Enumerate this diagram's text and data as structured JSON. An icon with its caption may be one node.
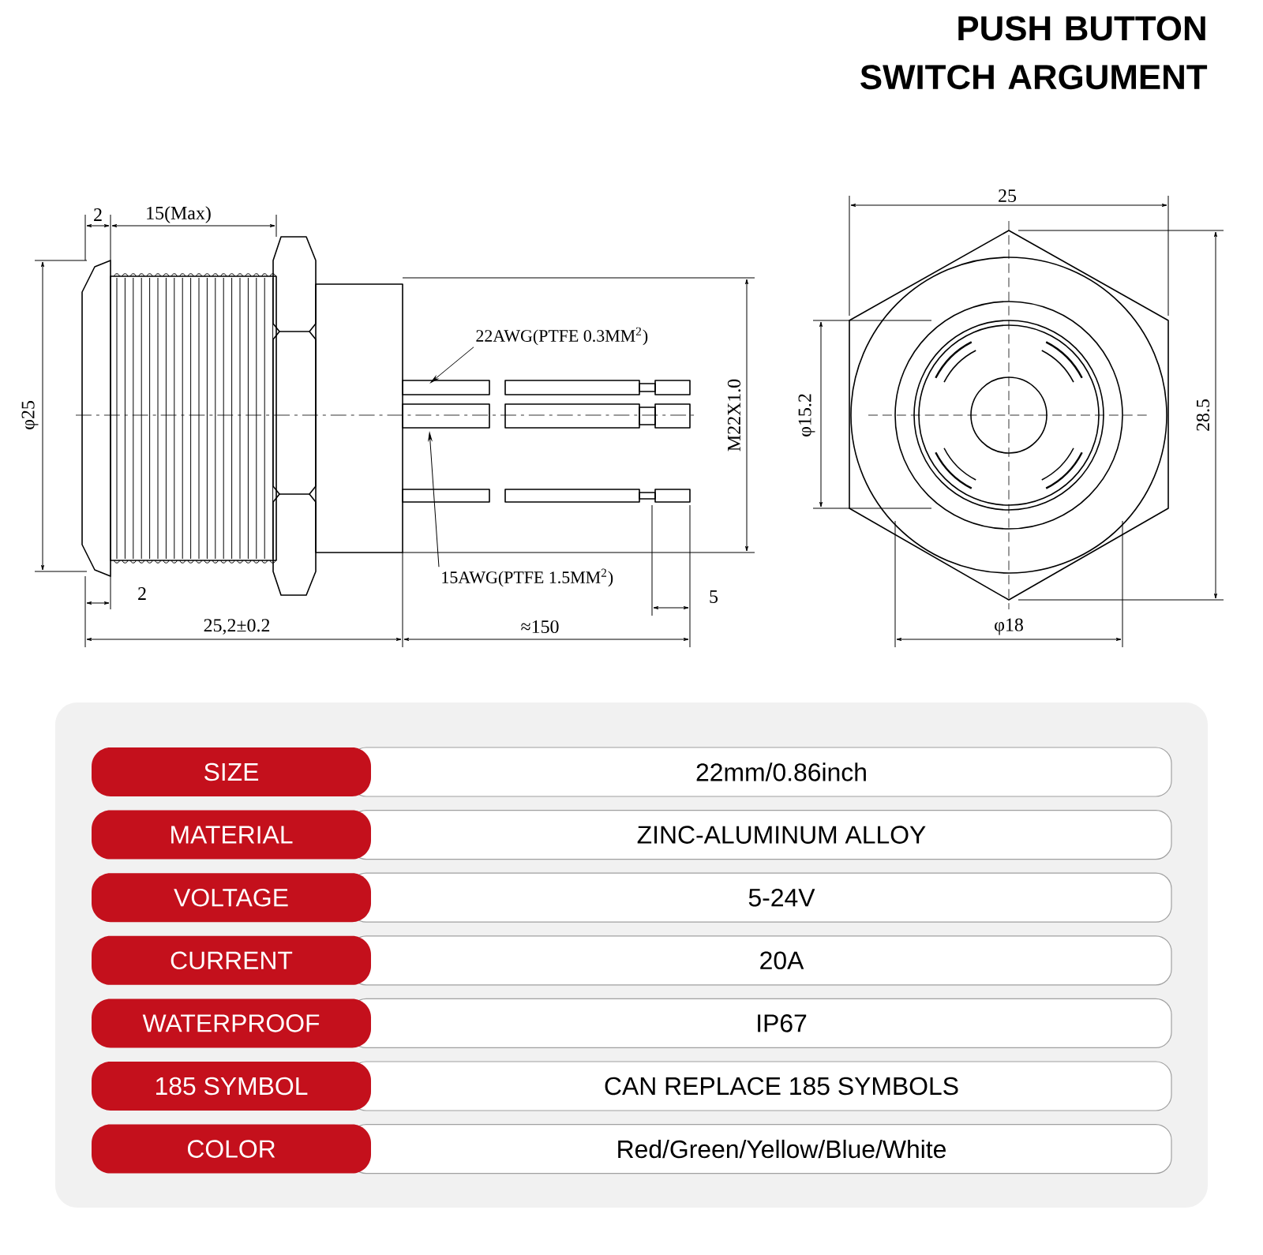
{
  "diagram": {
    "title": "PUSH BUTTON SWITCH ARGUMENT",
    "nodes": [
      {
        "text": [
          "22AWG(PTFE 0.3MM$^{2}$)"
        ]
      },
      {
        "text": [
          "15AWG(PTFE 1.5MM$^{2}$)"
        ]
      }
    ],
    "edges": [
      {
        "from": 0,
        "to": null,
        "arrow": "to"
      },
      {
        "from": 1,
        "to": null,
        "arrow": "to"
      }
    ],
    "labels": [
      "2",
      "15(Max)",
      "φ25",
      "M22X1.0",
      "2",
      "5",
      "25,2±0.2",
      "≈150",
      "25",
      "φ15.2",
      "28.5",
      "φ18",
      "SIZE",
      "22mm/0.86inch",
      "MATERIAL",
      "ZINC-ALUMINUM ALLOY",
      "VOLTAGE",
      "5-24V",
      "CURRENT",
      "20A",
      "WATERPROOF",
      "IP67",
      "185 SYMBOL",
      "CAN REPLACE 185 SYMBOLS",
      "COLOR",
      "Red/Green/Yellow/Blue/White"
    ]
  }
}
